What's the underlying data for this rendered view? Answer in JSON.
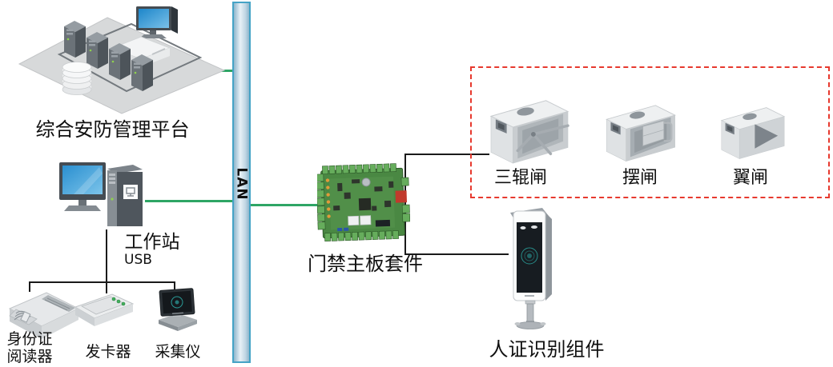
{
  "nodes": {
    "platform": {
      "label": "综合安防管理平台"
    },
    "lan": {
      "label": "LAN"
    },
    "workstation": {
      "label": "工作站",
      "port_label": "USB"
    },
    "id_reader": {
      "label_line1": "身份证",
      "label_line2": "阅读器"
    },
    "card_issuer": {
      "label": "发卡器"
    },
    "collector": {
      "label": "采集仪"
    },
    "mainboard": {
      "label": "门禁主板套件"
    },
    "gates": {
      "items": [
        {
          "label": "三辊闸"
        },
        {
          "label": "摆闸"
        },
        {
          "label": "翼闸"
        }
      ]
    },
    "face_reader": {
      "label": "人证识别组件"
    }
  },
  "colors": {
    "connection_green": "#2ea565",
    "line_black": "#1a1a1a",
    "group_border_red": "#e7392e",
    "lan_border": "#45a3c6",
    "lan_fill_light": "#e8f1f7",
    "lan_fill_shade": "#8fb6cc",
    "label_text": "#111111"
  }
}
